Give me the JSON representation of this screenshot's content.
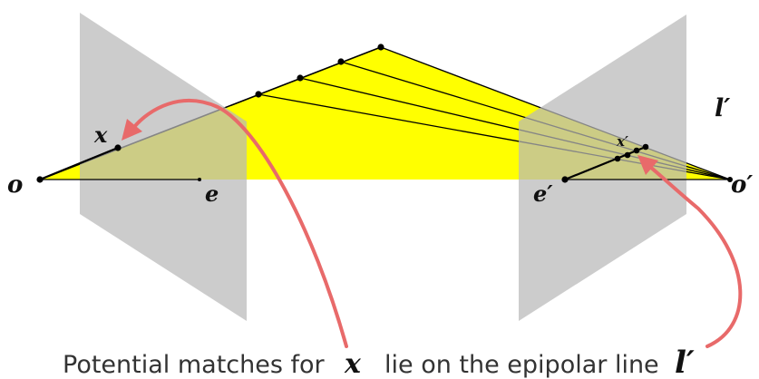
{
  "colors": {
    "triangle": "#ffff00",
    "image_plane": "#bdbdbd",
    "line": "#000000",
    "arrow": "#e86a6a",
    "background": "#ffffff"
  },
  "labels": {
    "o": "o",
    "e": "e",
    "x": "x",
    "x_prime": "x′",
    "e_prime": "e′",
    "o_prime": "o′",
    "l_prime": "l′"
  },
  "caption": {
    "part1": "Potential matches for",
    "math_x": "x",
    "part2": "lie on the epipolar line",
    "math_l": "l′"
  }
}
